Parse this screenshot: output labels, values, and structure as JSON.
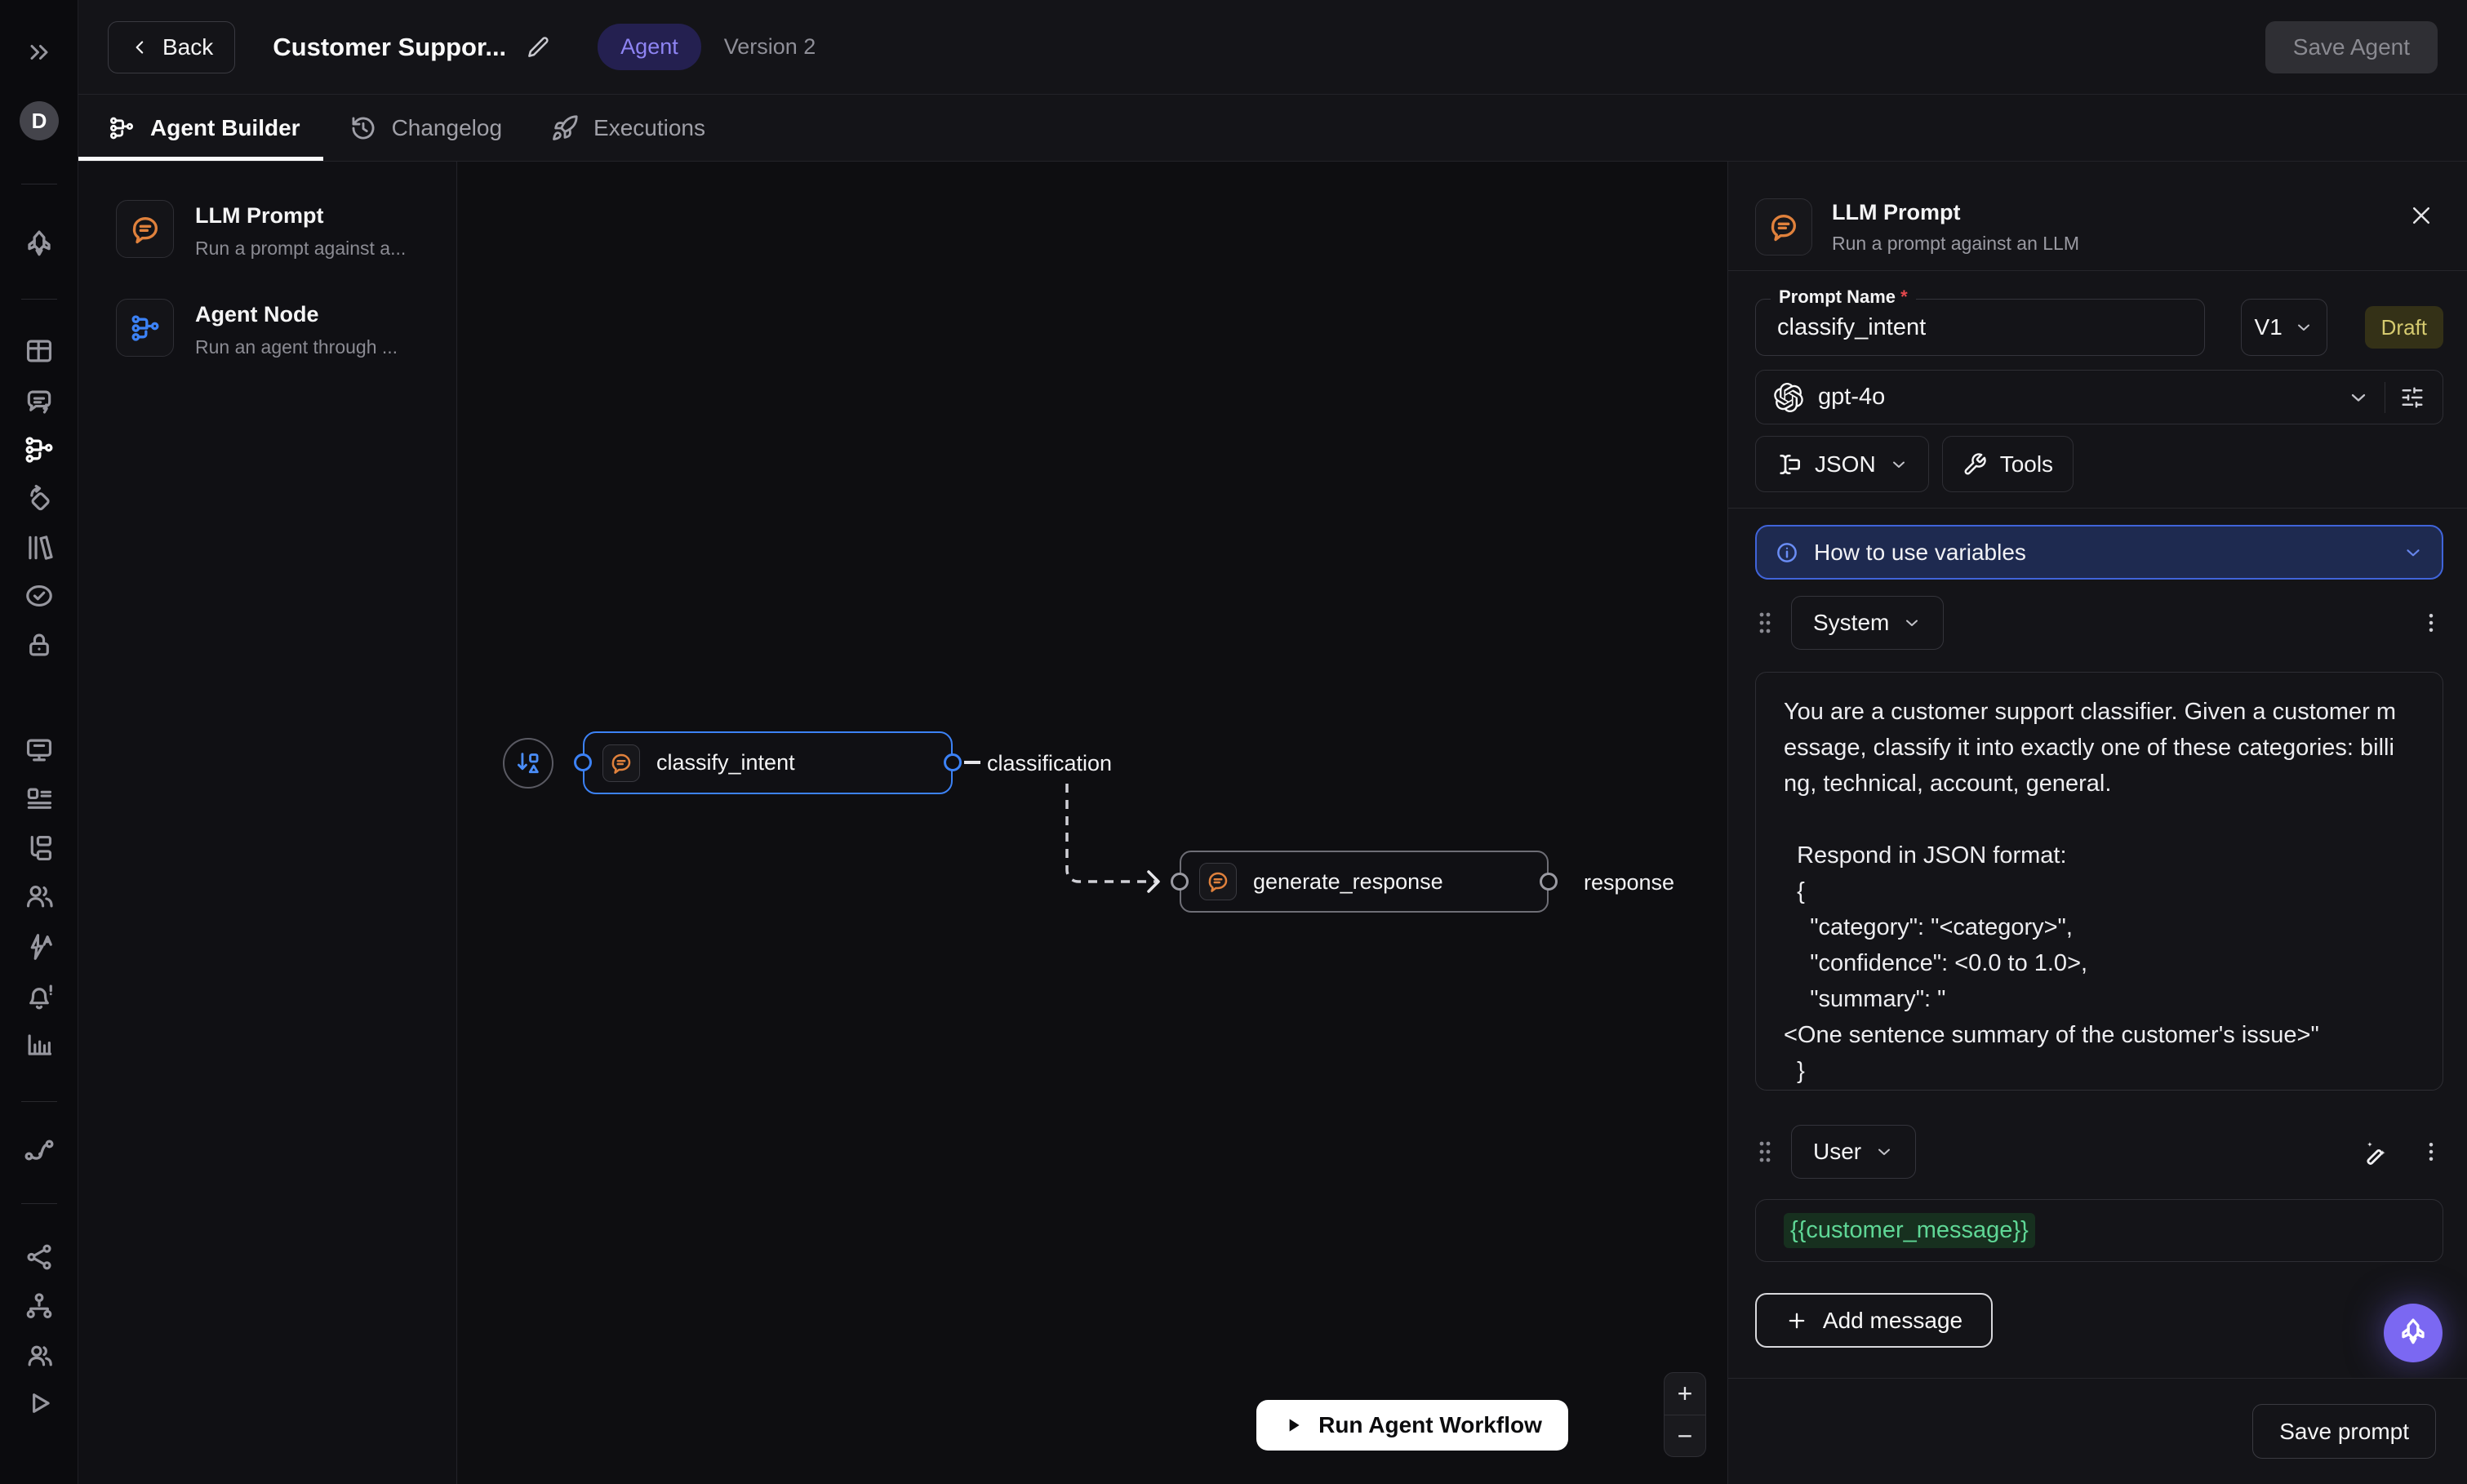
{
  "header": {
    "back_label": "Back",
    "title": "Customer Suppor...",
    "type_badge": "Agent",
    "version_label": "Version 2",
    "save_label": "Save Agent"
  },
  "tabs": [
    {
      "label": "Agent Builder",
      "active": true
    },
    {
      "label": "Changelog",
      "active": false
    },
    {
      "label": "Executions",
      "active": false
    }
  ],
  "palette": {
    "items": [
      {
        "title": "LLM Prompt",
        "description": "Run a prompt against a..."
      },
      {
        "title": "Agent Node",
        "description": "Run an agent through ..."
      }
    ]
  },
  "canvas": {
    "nodes": [
      {
        "label": "classify_intent",
        "output_label": "classification",
        "selected": true
      },
      {
        "label": "generate_response",
        "output_label": "response",
        "selected": false
      }
    ],
    "run_button_label": "Run Agent Workflow",
    "zoom_in_label": "+",
    "zoom_out_label": "−"
  },
  "inspector": {
    "title": "LLM Prompt",
    "subtitle": "Run a prompt against an LLM",
    "prompt_name_label": "Prompt Name",
    "required_marker": "*",
    "prompt_name_value": "classify_intent",
    "version_value": "V1",
    "status_badge": "Draft",
    "model_value": "gpt-4o",
    "output_format_label": "JSON",
    "tools_label": "Tools",
    "variables_banner": "How to use variables",
    "system_role_label": "System",
    "user_role_label": "User",
    "system_prompt_lines": [
      "You are a customer support classifier. Given a customer m",
      "essage, classify it into exactly one of these categories: billi",
      "ng, technical, account, general.",
      "",
      "  Respond in JSON format:",
      "  {",
      "    \"category\": \"<category>\",",
      "    \"confidence\": <0.0 to 1.0>,",
      "    \"summary\": \"",
      "<One sentence summary of the customer's issue>\"",
      "  }"
    ],
    "user_message_variable": "{{customer_message}}",
    "add_message_label": "Add message",
    "save_prompt_label": "Save prompt"
  },
  "rail_icons": [
    "expand-icon",
    "avatar-d",
    "bot-icon",
    "table-icon",
    "chat-lightning-icon",
    "workflow-icon",
    "tag-icon",
    "library-icon",
    "check-oval-icon",
    "lock-icon",
    "monitor-icon",
    "layout-list-icon",
    "list-tree-icon",
    "users-icon",
    "zap-a-icon",
    "bell-alert-icon",
    "bar-chart-icon",
    "route-icon",
    "share-nodes-icon",
    "org-chart-icon",
    "users-2-icon",
    "play-icon"
  ],
  "colors": {
    "accent_blue": "#3c82f6",
    "accent_purple": "#7b68f2",
    "node_orange": "#e0813c",
    "variable_green": "#5fd796",
    "banner_blue_bg": "#1e2a50",
    "banner_blue_border": "#4064da",
    "draft_bg": "#343117",
    "draft_text": "#d5ca6f"
  }
}
